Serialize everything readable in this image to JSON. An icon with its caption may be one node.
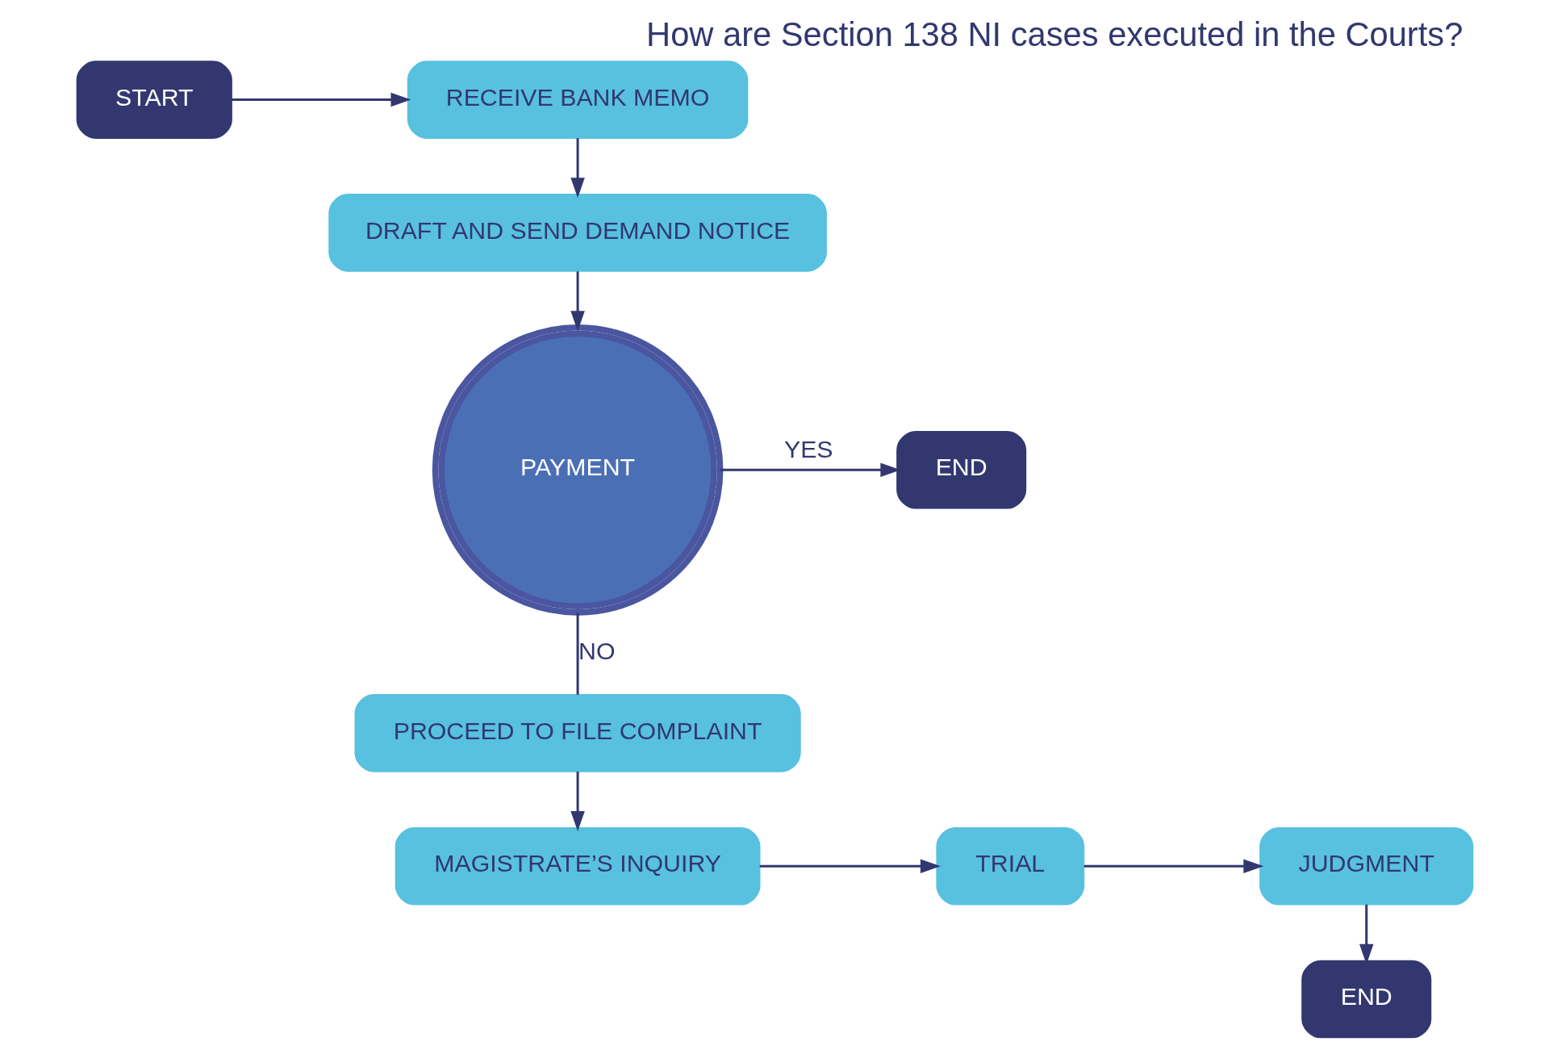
{
  "diagram": {
    "title": "How are Section 138 NI cases executed in the Courts?",
    "nodes": [
      {
        "text": [
          "START"
        ]
      },
      {
        "text": [
          "RECEIVE BANK MEMO"
        ]
      },
      {
        "text": [
          "DRAFT AND SEND DEMAND NOTICE"
        ]
      },
      {
        "text": [
          "PAYMENT"
        ]
      },
      {
        "text": [
          "END"
        ]
      },
      {
        "text": [
          "PROCEED TO FILE COMPLAINT"
        ]
      },
      {
        "text": [
          "MAGISTRATE’S INQUIRY"
        ]
      },
      {
        "text": [
          "TRIAL"
        ]
      },
      {
        "text": [
          "JUDGMENT"
        ]
      },
      {
        "text": [
          "END"
        ]
      }
    ],
    "edges": [
      {
        "from": 0,
        "to": 1,
        "arrow": "to"
      },
      {
        "from": 1,
        "to": 2,
        "arrow": "to"
      },
      {
        "from": 2,
        "to": 3,
        "arrow": "to"
      },
      {
        "from": 3,
        "to": 4,
        "arrow": "to",
        "label": "YES"
      },
      {
        "from": 3,
        "to": 5,
        "arrow": "none",
        "label": "NO"
      },
      {
        "from": 5,
        "to": 6,
        "arrow": "to"
      },
      {
        "from": 6,
        "to": 7,
        "arrow": "to"
      },
      {
        "from": 7,
        "to": 8,
        "arrow": "to"
      },
      {
        "from": 8,
        "to": 9,
        "arrow": "to"
      }
    ]
  }
}
